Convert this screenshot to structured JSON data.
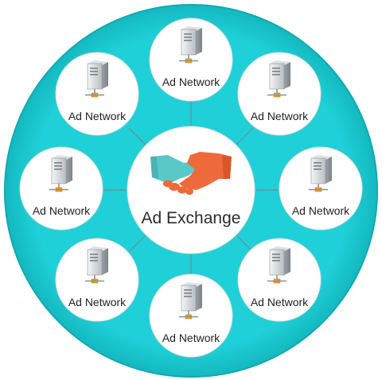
{
  "diagram": {
    "hub": {
      "label": "Ad Exchange",
      "icon": "handshake-icon"
    },
    "nodes": [
      {
        "id": "top",
        "label": "Ad Network",
        "icon": "server-icon"
      },
      {
        "id": "upper-right",
        "label": "Ad Network",
        "icon": "server-icon"
      },
      {
        "id": "right",
        "label": "Ad Network",
        "icon": "server-icon"
      },
      {
        "id": "lower-right",
        "label": "Ad Network",
        "icon": "server-icon"
      },
      {
        "id": "bottom",
        "label": "Ad Network",
        "icon": "server-icon"
      },
      {
        "id": "lower-left",
        "label": "Ad Network",
        "icon": "server-icon"
      },
      {
        "id": "left",
        "label": "Ad Network",
        "icon": "server-icon"
      },
      {
        "id": "upper-left",
        "label": "Ad Network",
        "icon": "server-icon"
      }
    ]
  },
  "colors": {
    "ring": "#1ccbd3",
    "ring_edge": "#12b2ba",
    "node_fill": "#ffffff",
    "connector": "#6f8f92",
    "handshake_left": "#5bc8c8",
    "handshake_right": "#ef6a3a",
    "server_body": "#c9cdd0",
    "network_port": "#f0a020"
  }
}
